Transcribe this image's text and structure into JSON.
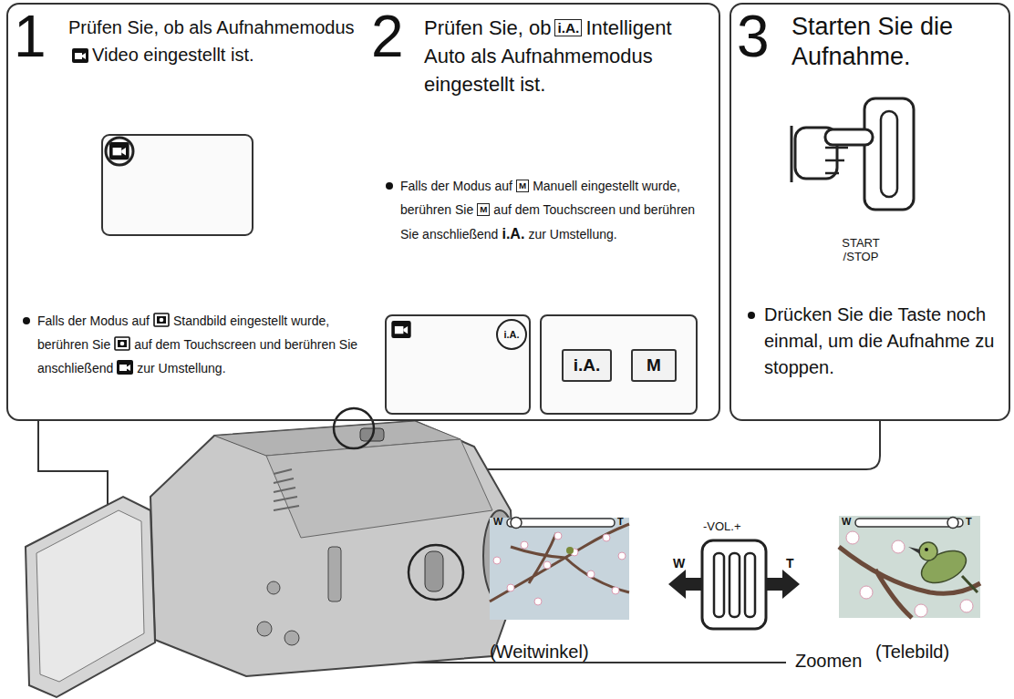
{
  "diagram": {
    "nodes": [
      {
        "text": [
          "1",
          "Prüfen Sie, ob als Aufnahmemodus",
          "Video eingestellt ist.",
          "Falls der Modus auf",
          "Standbild eingestellt wurde, berühren Sie",
          "auf dem Touchscreen und berühren Sie anschließend",
          "zur Umstellung.",
          "2",
          "Prüfen Sie, ob",
          "i.A.",
          "Intelligent Auto als Aufnahmemodus eingestellt ist.",
          "Falls der Modus auf",
          "M",
          "Manuell eingestellt wurde, berühren Sie",
          "M",
          "auf dem Touchscreen und berühren Sie anschließend",
          "i.A.",
          "zur Umstellung."
        ]
      },
      {
        "text": [
          "i.A."
        ],
        "in": 0
      },
      {
        "text": [
          "i.A.",
          "M"
        ],
        "in": 0
      },
      {
        "text": [
          "3",
          "Starten Sie die Aufnahme.",
          "START /STOP",
          "Drücken Sie die Taste noch einmal, um die Aufnahme zu stoppen."
        ]
      }
    ],
    "labels": [
      "W",
      "T",
      "-VOL.+",
      "W",
      "T",
      "W",
      "T",
      "(Weitwinkel)",
      "(Telebild)",
      "Zoomen"
    ]
  }
}
